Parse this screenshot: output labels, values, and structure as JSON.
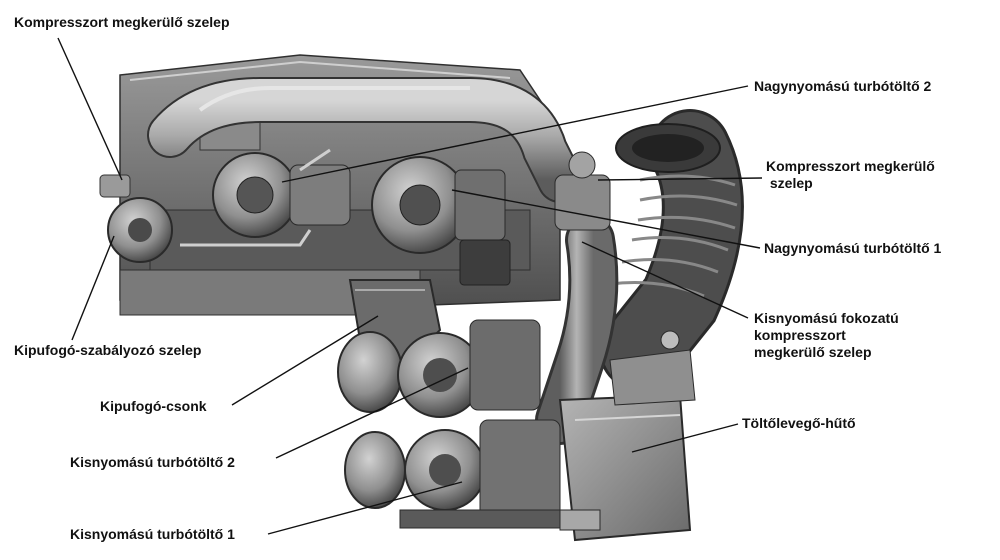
{
  "labels": {
    "compressor_bypass_valve_top": "Kompresszort megkerülő szelep",
    "hp_turbo_2": "Nagynyomású turbótöltő 2",
    "compressor_bypass_valve_right": "Kompresszort megkerülő\n szelep",
    "hp_turbo_1": "Nagynyomású turbótöltő 1",
    "lp_stage_compressor_bypass_valve": "Kisnyomású fokozatú\nkompresszort\nmegkerülő szelep",
    "wastegate_valve": "Kipufogó-szabályozó szelep",
    "exhaust_manifold": "Kipufogó-csonk",
    "charge_air_cooler": "Töltőlevegő-hűtő",
    "lp_turbo_2": "Kisnyomású turbótöltő 2",
    "lp_turbo_1": "Kisnyomású turbótöltő 1"
  },
  "colors": {
    "text": "#111111",
    "leader_line": "#111111",
    "metal_light": "#b9b9b9",
    "metal_mid": "#8c8c8c",
    "metal_dark": "#4a4a4a",
    "background": "#ffffff"
  }
}
